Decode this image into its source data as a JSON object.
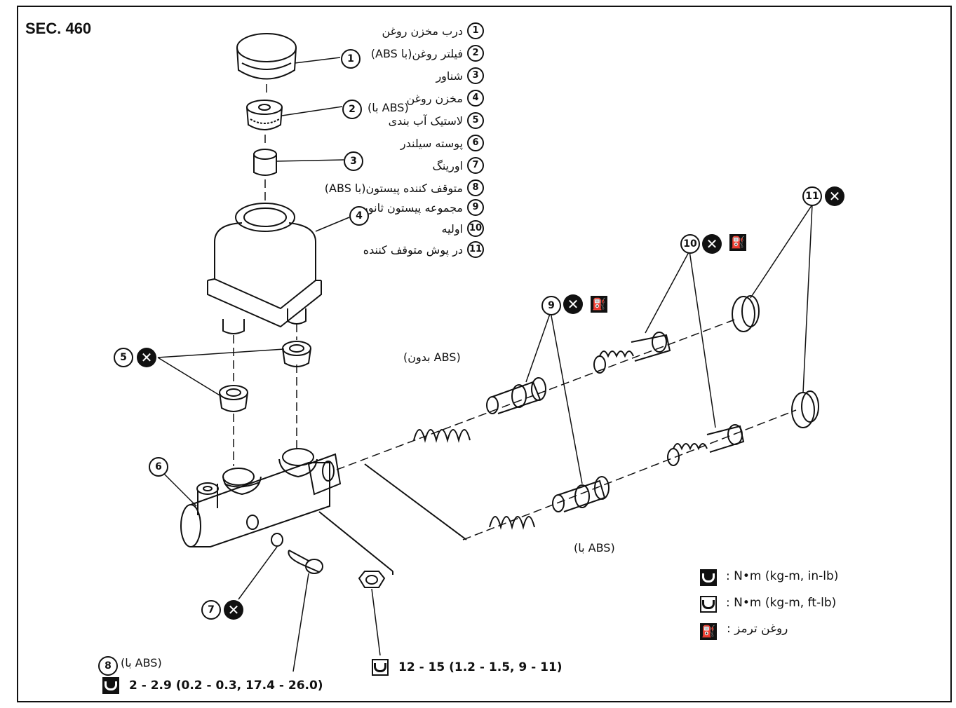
{
  "section": "SEC. 460",
  "legend": [
    {
      "num": "1",
      "text": "درب مخزن روغن"
    },
    {
      "num": "2",
      "text": "فیلتر روغن(با ABS)"
    },
    {
      "num": "3",
      "text": "شناور"
    },
    {
      "num": "4",
      "text": "مخزن روغن"
    },
    {
      "num": "5",
      "text": "لاستیک آب بندی"
    },
    {
      "num": "6",
      "text": "پوسته سیلندر"
    },
    {
      "num": "7",
      "text": "اورینگ"
    },
    {
      "num": "8",
      "text": "متوقف کننده پیستون(با ABS)"
    },
    {
      "num": "9",
      "text": "مجموعه پیستون ثانویه"
    },
    {
      "num": "10",
      "text": "اولیه"
    },
    {
      "num": "11",
      "text": "در پوش متوقف کننده"
    }
  ],
  "callouts": {
    "n1": "1",
    "n2": "2",
    "n3": "3",
    "n4": "4",
    "n5": "5",
    "n6": "6",
    "n7": "7",
    "n8": "8",
    "n9": "9",
    "n10": "10",
    "n11": "11"
  },
  "labels": {
    "with_abs_filter": "(با ABS)",
    "without_abs": "(بدون ABS)",
    "with_abs": "(با ABS)",
    "with_abs_stopper": "(با ABS)"
  },
  "torques": {
    "stopper": "2 - 2.9 (0.2 - 0.3, 17.4 - 26.0)",
    "nut": "12 - 15 (1.2 - 1.5, 9 - 11)"
  },
  "key": [
    {
      "icon": "torque-in-lb-icon",
      "text": ": N•m (kg-m, in-lb)"
    },
    {
      "icon": "torque-ft-lb-icon",
      "text": ": N•m (kg-m, ft-lb)"
    },
    {
      "icon": "brake-fluid-icon",
      "text": "روغن ترمز :"
    }
  ]
}
